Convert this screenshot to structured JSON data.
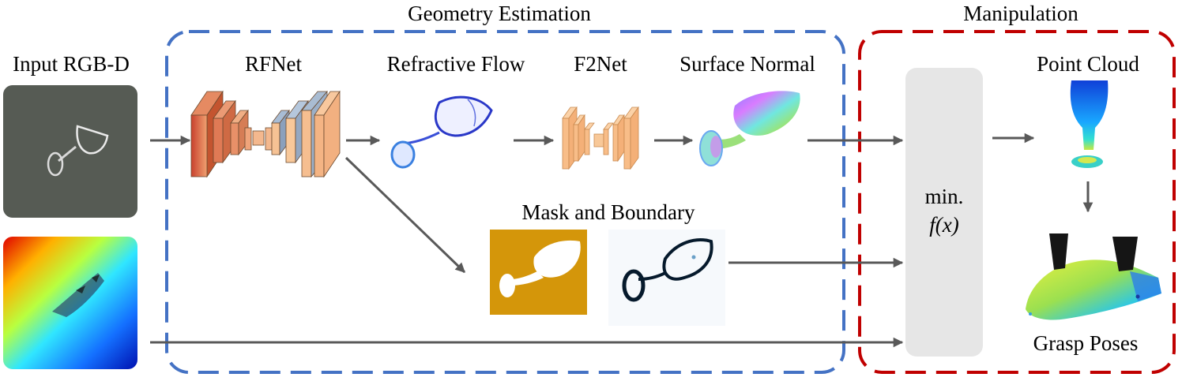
{
  "labels": {
    "input": "Input RGB-D",
    "geometry_estimation": "Geometry Estimation",
    "manipulation": "Manipulation",
    "rfnet": "RFNet",
    "refractive_flow": "Refractive Flow",
    "f2net": "F2Net",
    "surface_normal": "Surface Normal",
    "mask_and_boundary": "Mask and Boundary",
    "optimizer_line1": "min.",
    "optimizer_line2": "f(x)",
    "point_cloud": "Point Cloud",
    "grasp_poses": "Grasp Poses"
  },
  "colors": {
    "geometry_box": "#4472c4",
    "manipulation_box": "#c00000",
    "arrow": "#595959",
    "optimizer_fill": "#e6e6e6",
    "mask_background": "#d4960a"
  },
  "icons": {
    "rfnet": "encoder-decoder-network-icon",
    "f2net": "encoder-decoder-network-icon",
    "rgb_input": "wine-glass-photo",
    "depth_input": "depth-map-image",
    "refractive_flow": "refractive-flow-image",
    "surface_normal": "surface-normal-image",
    "mask": "mask-image",
    "boundary": "boundary-image",
    "point_cloud": "point-cloud-image",
    "grasp_poses": "grasp-poses-image"
  }
}
